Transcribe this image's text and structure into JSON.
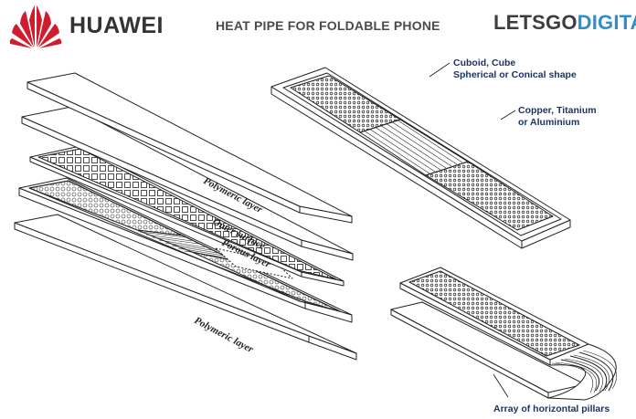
{
  "header": {
    "brand": "HUAWEI",
    "title": "HEAT PIPE FOR FOLDABLE PHONE",
    "logo_dark": "LETSGO",
    "logo_blue": "DIGITAL"
  },
  "layers": {
    "top": "Polymeric layer",
    "outer": "Outer surface",
    "porous": "Porous layer",
    "bottom": "Polymeric layer"
  },
  "callouts": {
    "shape_line1": "Cuboid, Cube",
    "shape_line2": "Spherical or Conical shape",
    "material_line1": "Copper, Titanium",
    "material_line2": "or Aluminium",
    "pillars": "Array of horizontal pillars"
  },
  "colors": {
    "brand_red": "#cf1d2d",
    "logo_blue": "#2d8fcf",
    "callout_text": "#1f3360",
    "line": "#222222"
  }
}
